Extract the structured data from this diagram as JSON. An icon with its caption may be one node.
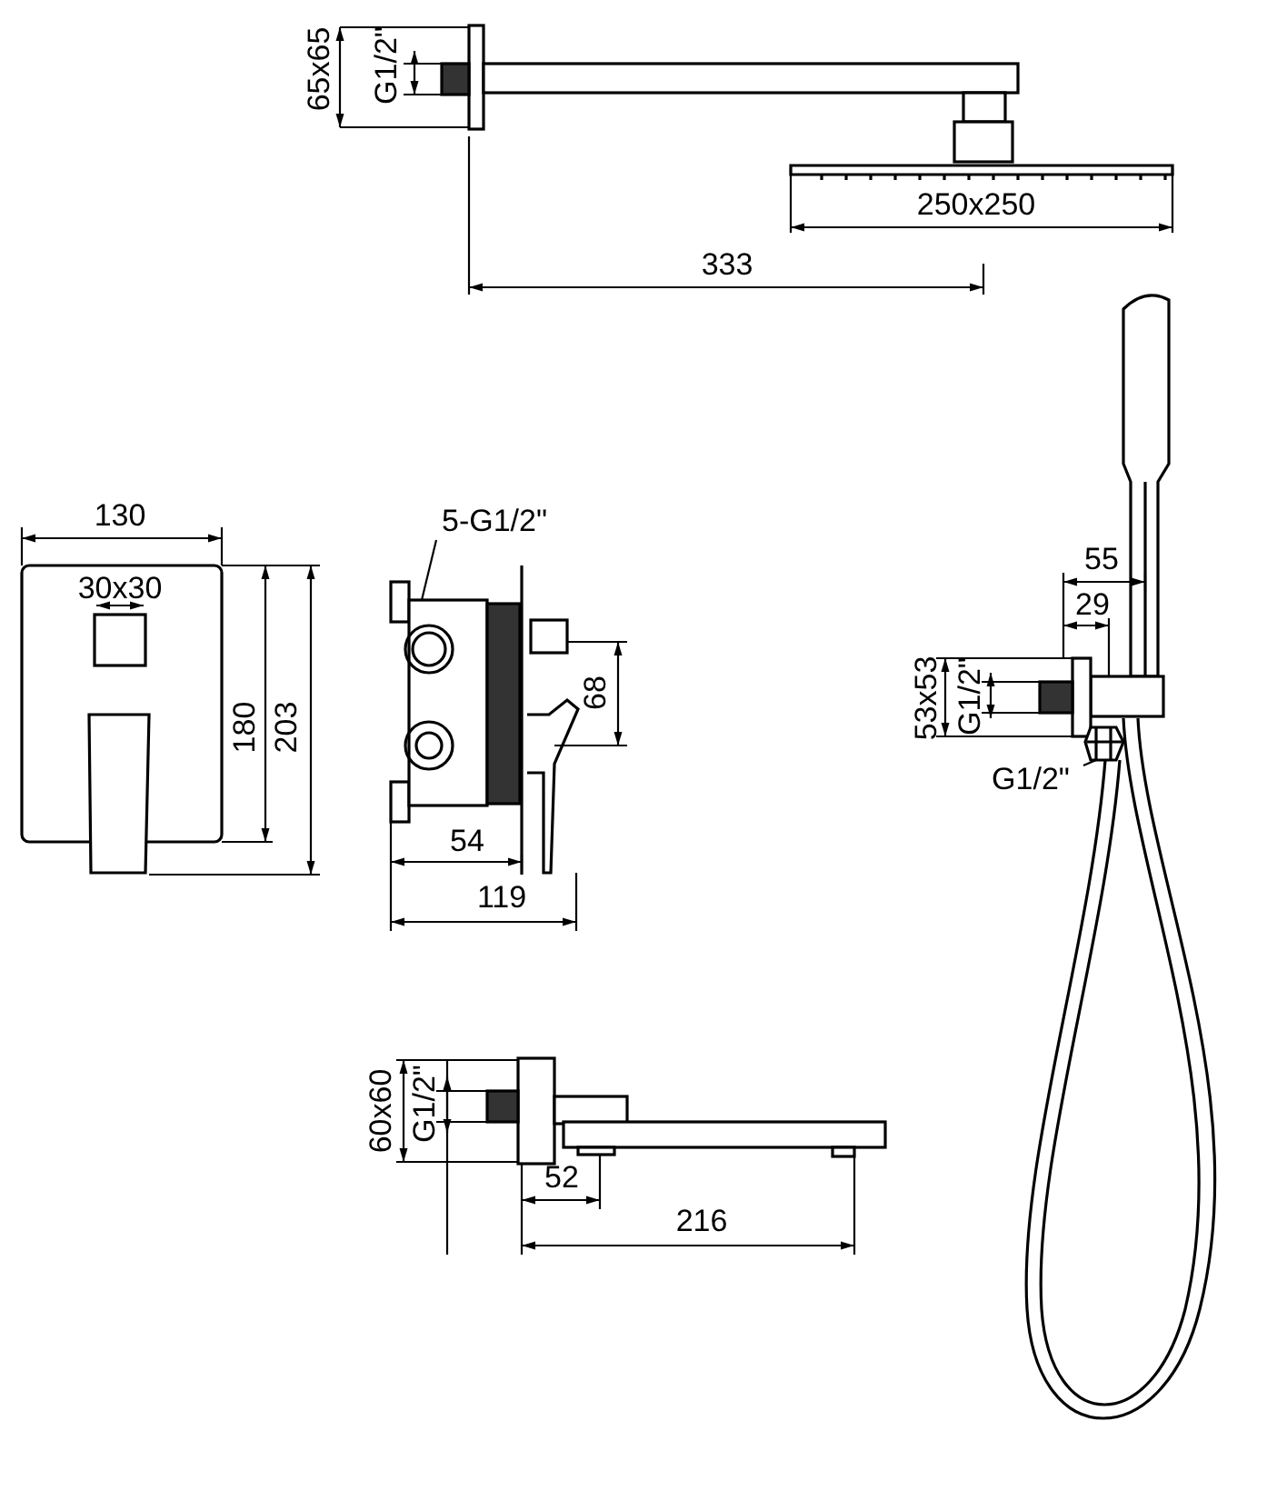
{
  "diagram": {
    "nodes": [
      {
        "text": [
          "5-G1/2\""
        ]
      },
      {
        "text": [],
        "shape": "picture"
      },
      {
        "text": [
          "G1/2\""
        ]
      },
      {
        "text": [],
        "shape": "picture"
      }
    ],
    "edges": [
      {
        "from": 0,
        "to": 1,
        "arrow": "none"
      },
      {
        "from": 2,
        "to": 3,
        "arrow": "none"
      }
    ],
    "labels": [
      "65x65",
      "G1/2\"",
      "250x250",
      "333",
      "130",
      "30x30",
      "180",
      "203",
      "55",
      "68",
      "29",
      "53x53",
      "G1/2\"",
      "54",
      "119",
      "60x60",
      "G1/2\"",
      "52",
      "216"
    ]
  }
}
